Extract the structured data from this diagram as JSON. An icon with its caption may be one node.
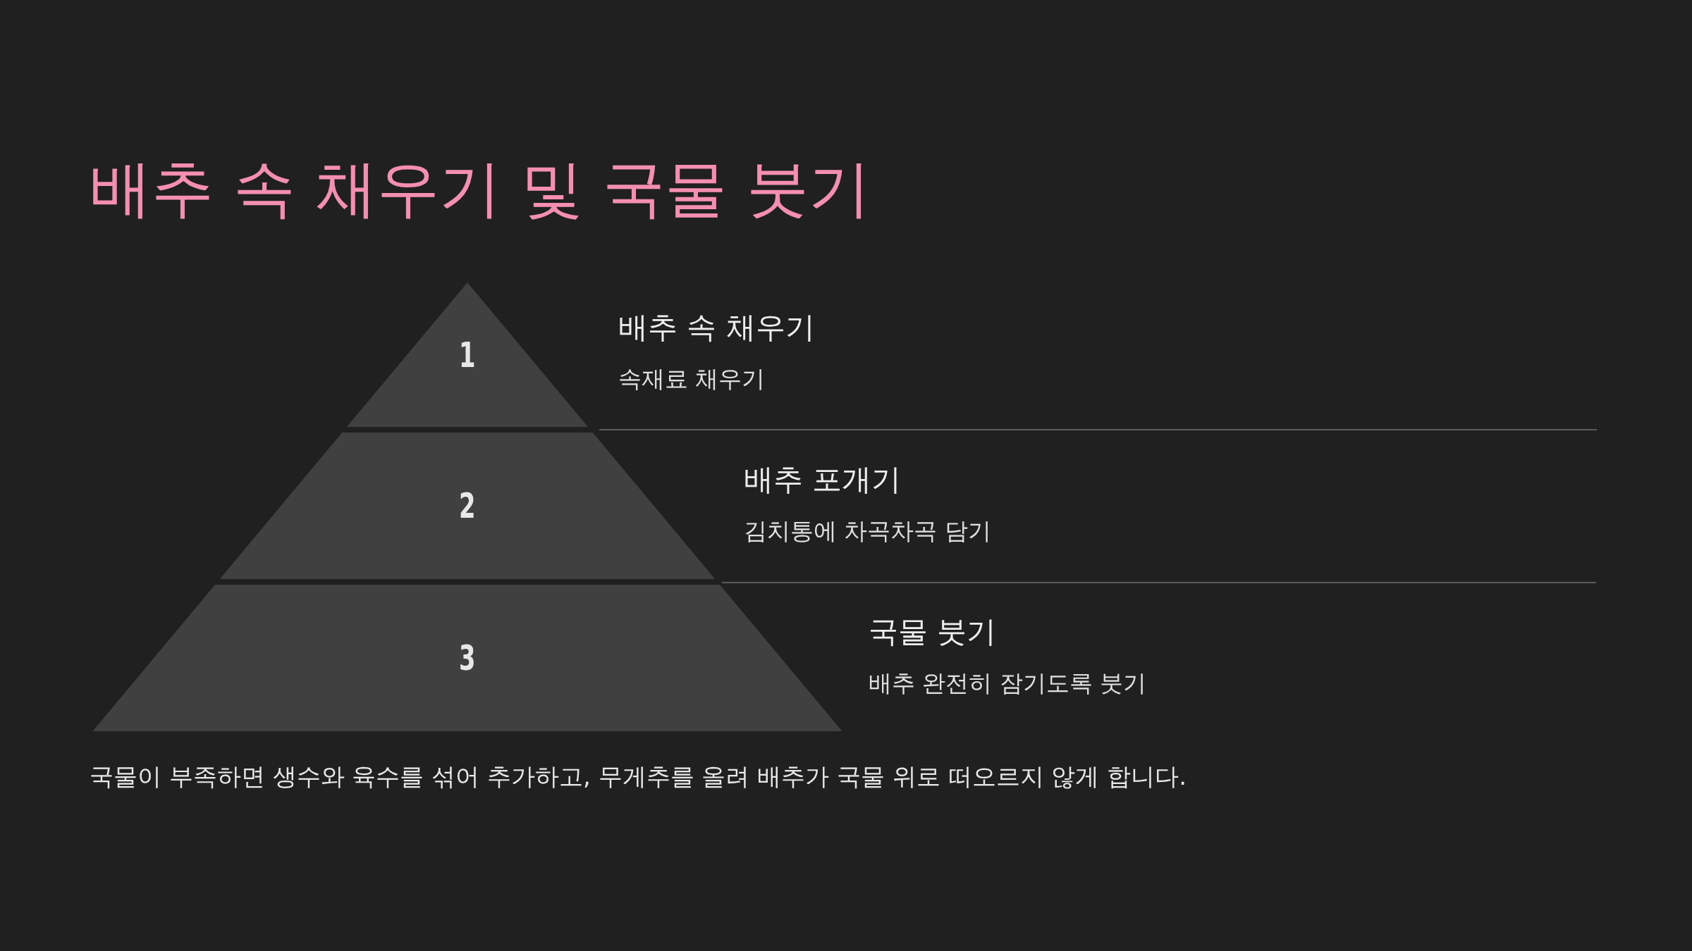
{
  "diagram": {
    "title": "배추 속 채우기 및 국물 붓기",
    "nodes": [
      {
        "text": [
          "1"
        ],
        "beside": [
          "배추 속 채우기",
          "속재료 채우기"
        ]
      },
      {
        "text": [
          "2"
        ],
        "beside": [
          "배추 포개기",
          "김치통에 차곡차곡 담기"
        ]
      },
      {
        "text": [
          "3"
        ],
        "beside": [
          "국물 붓기",
          "배추 완전히 잠기도록 붓기"
        ]
      }
    ],
    "edges": [],
    "labels": [
      "국물이 부족하면 생수와 육수를 섞어 추가하고, 무게추를 올려 배추가 국물 위로 떠오르지 않게 합니다."
    ]
  }
}
